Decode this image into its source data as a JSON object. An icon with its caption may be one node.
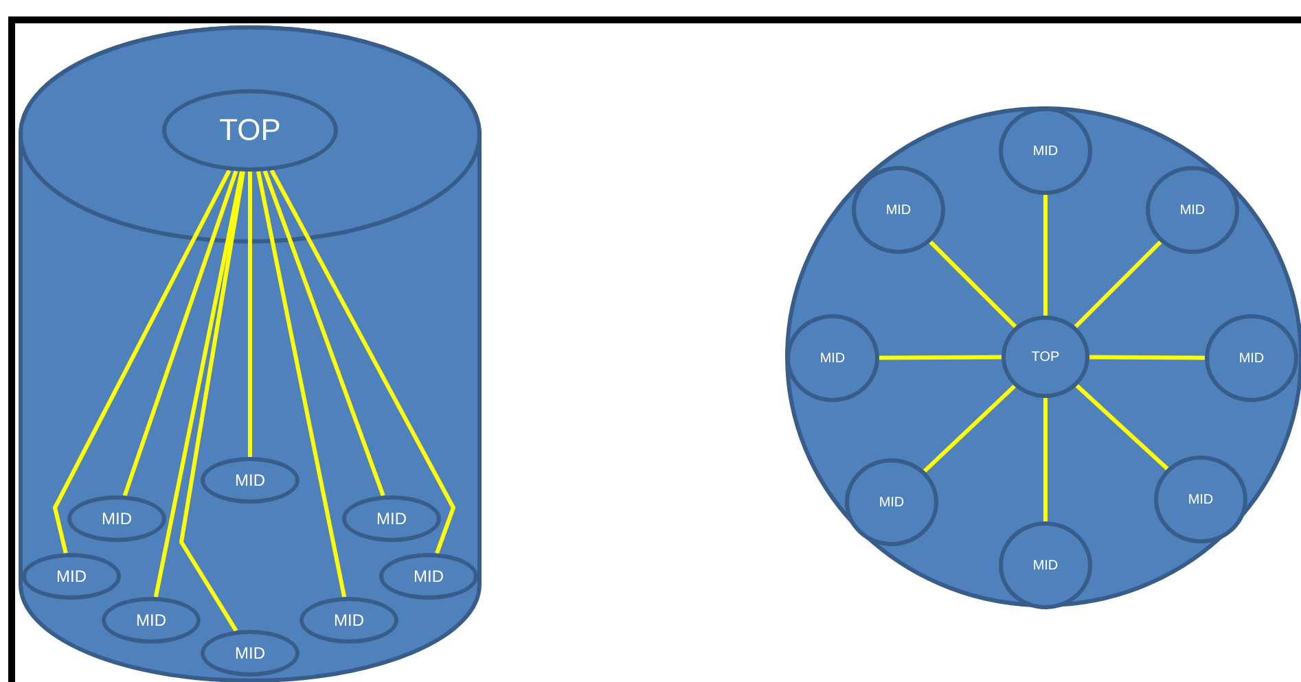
{
  "diagram": {
    "nodes": [
      {
        "text": [],
        "shape": "cylinder"
      },
      {
        "text": [
          "TOP"
        ],
        "in": 0
      },
      {
        "text": [
          "MID"
        ],
        "in": 0
      },
      {
        "text": [
          "MID"
        ],
        "in": 0
      },
      {
        "text": [
          "MID"
        ],
        "in": 0
      },
      {
        "text": [
          "MID"
        ],
        "in": 0
      },
      {
        "text": [
          "MID"
        ],
        "in": 0
      },
      {
        "text": [
          "MID"
        ],
        "in": 0
      },
      {
        "text": [
          "MID"
        ],
        "in": 0
      },
      {
        "text": [
          "MID"
        ],
        "in": 0
      },
      {
        "text": [],
        "shape": "circle"
      },
      {
        "text": [
          "MID"
        ],
        "in": 10
      },
      {
        "text": [
          "MID"
        ],
        "in": 10
      },
      {
        "text": [
          "MID"
        ],
        "in": 10
      },
      {
        "text": [
          "MID"
        ],
        "in": 10
      },
      {
        "text": [
          "TOP"
        ],
        "in": 10
      },
      {
        "text": [
          "MID"
        ],
        "in": 10
      },
      {
        "text": [
          "MID"
        ],
        "in": 10
      },
      {
        "text": [
          "MID"
        ],
        "in": 10
      },
      {
        "text": [
          "MID"
        ],
        "in": 10
      }
    ],
    "edges": [
      {
        "from": 1,
        "to": 2,
        "arrow": "none"
      },
      {
        "from": 1,
        "to": 3,
        "arrow": "none"
      },
      {
        "from": 1,
        "to": 4,
        "arrow": "none"
      },
      {
        "from": 1,
        "to": 5,
        "arrow": "none"
      },
      {
        "from": 1,
        "to": 6,
        "arrow": "none"
      },
      {
        "from": 1,
        "to": 7,
        "arrow": "none"
      },
      {
        "from": 1,
        "to": 8,
        "arrow": "none"
      },
      {
        "from": 1,
        "to": 9,
        "arrow": "none"
      },
      {
        "from": 15,
        "to": 11,
        "arrow": "none"
      },
      {
        "from": 15,
        "to": 12,
        "arrow": "none"
      },
      {
        "from": 15,
        "to": 13,
        "arrow": "none"
      },
      {
        "from": 15,
        "to": 14,
        "arrow": "none"
      },
      {
        "from": 15,
        "to": 16,
        "arrow": "none"
      },
      {
        "from": 15,
        "to": 17,
        "arrow": "none"
      },
      {
        "from": 15,
        "to": 18,
        "arrow": "none"
      },
      {
        "from": 15,
        "to": 19,
        "arrow": "none"
      }
    ]
  }
}
